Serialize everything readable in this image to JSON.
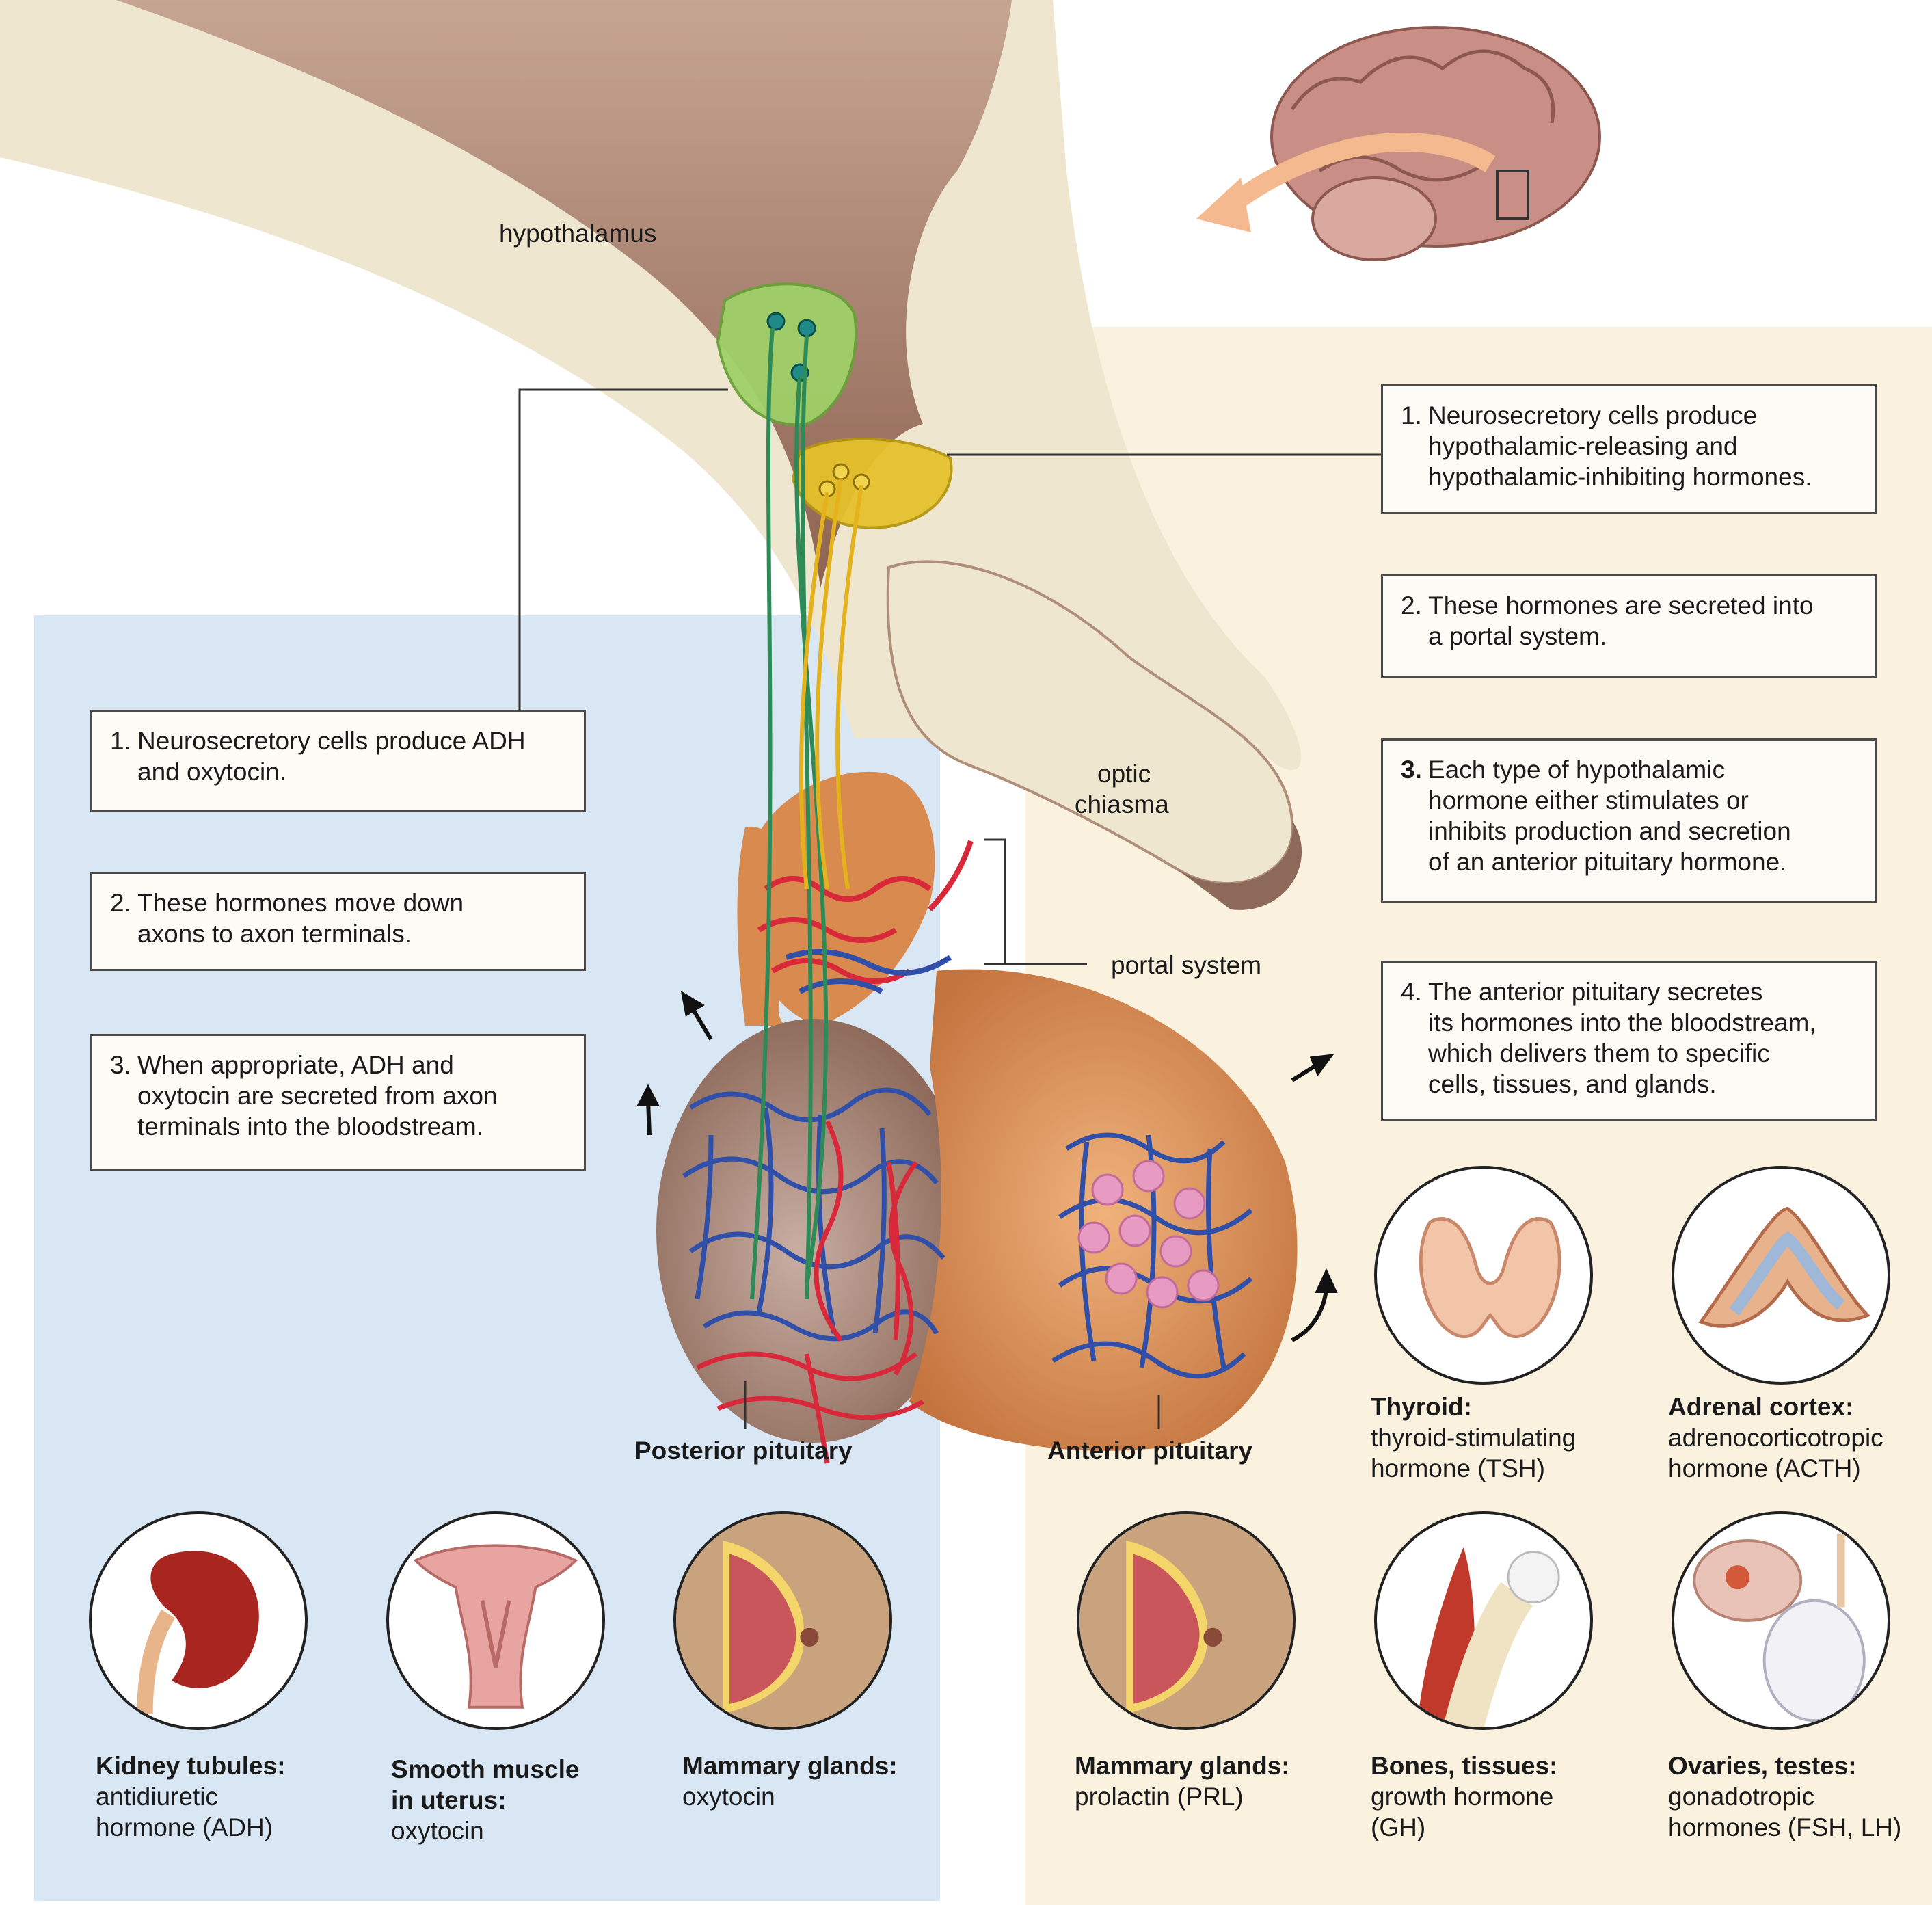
{
  "labels": {
    "hypothalamus": "hypothalamus",
    "optic_chiasma_1": "optic",
    "optic_chiasma_2": "chiasma",
    "portal_system": "portal system",
    "posterior_pituitary": "Posterior pituitary",
    "anterior_pituitary": "Anterior pituitary"
  },
  "left_steps": [
    {
      "num": "1.",
      "line1": "Neurosecretory cells produce ADH",
      "line2": "and oxytocin."
    },
    {
      "num": "2.",
      "line1": "These hormones move down",
      "line2": "axons to axon terminals."
    },
    {
      "num": "3.",
      "line1": "When appropriate, ADH and",
      "line2": "oxytocin are secreted from axon",
      "line3": "terminals into the bloodstream."
    }
  ],
  "right_steps": [
    {
      "num": "1.",
      "line1": "Neurosecretory cells produce",
      "line2": "hypothalamic-releasing and",
      "line3": "hypothalamic-inhibiting hormones."
    },
    {
      "num": "2.",
      "line1": "These hormones are secreted into",
      "line2": "a portal system."
    },
    {
      "num": "3.",
      "line1": "Each type of hypothalamic",
      "line2": "hormone either stimulates or",
      "line3": "inhibits production and secretion",
      "line4": "of an anterior pituitary hormone."
    },
    {
      "num": "4.",
      "line1": "The anterior pituitary secretes",
      "line2": "its hormones into the bloodstream,",
      "line3": "which delivers them to specific",
      "line4": "cells, tissues, and glands."
    }
  ],
  "posterior_targets": [
    {
      "title": "Kidney tubules:",
      "body1": "antidiuretic",
      "body2": "hormone (ADH)",
      "icon": "kidney-icon"
    },
    {
      "title": "Smooth muscle",
      "title2": "in uterus:",
      "body1": "oxytocin",
      "icon": "uterus-icon"
    },
    {
      "title": "Mammary glands:",
      "body1": "oxytocin",
      "icon": "mammary-gland-icon"
    }
  ],
  "anterior_targets": [
    {
      "title": "Thyroid:",
      "body1": "thyroid-stimulating",
      "body2": "hormone (TSH)",
      "icon": "thyroid-icon"
    },
    {
      "title": "Adrenal cortex:",
      "body1": "adrenocorticotropic",
      "body2": "hormone (ACTH)",
      "icon": "adrenal-cortex-icon"
    },
    {
      "title": "Mammary glands:",
      "body1": "prolactin (PRL)",
      "icon": "mammary-gland-icon"
    },
    {
      "title": "Bones, tissues:",
      "body1": "growth hormone",
      "body2": "(GH)",
      "icon": "bone-muscle-icon"
    },
    {
      "title": "Ovaries, testes:",
      "body1": "gonadotropic",
      "body2": "hormones (FSH, LH)",
      "icon": "ovary-testis-icon"
    }
  ],
  "colors": {
    "left_panel": "#d9e6f4",
    "right_panel": "#fbf1df",
    "hypothalamus_tissue": "#a07a66",
    "bone": "#efe6cf",
    "pituitary_orange": "#d98a4e",
    "vein_blue": "#2f4fa8",
    "artery_red": "#d8283a",
    "green_neurons": "#7fbf4a",
    "yellow_neurons": "#e5c22c",
    "arrow_orange": "#f4b98e"
  }
}
